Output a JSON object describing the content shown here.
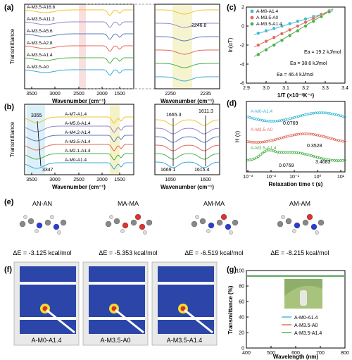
{
  "panels": {
    "a": {
      "letter": "(a)",
      "ylabel": "Transmittance",
      "xlabel": "Wavenumber (cm⁻¹)",
      "xticks": [
        "3500",
        "3000",
        "2500",
        "2000",
        "1500"
      ],
      "traces": [
        {
          "label": "A-M3.5-A16.8",
          "color": "#f1c232"
        },
        {
          "label": "A-M3.5-A11.2",
          "color": "#9a86c9"
        },
        {
          "label": "A-M3.5-A5.6",
          "color": "#5b7bbd"
        },
        {
          "label": "A-M3.5-A2.8",
          "color": "#e06a5a"
        },
        {
          "label": "A-M3.5-A1.4",
          "color": "#4ab04a"
        },
        {
          "label": "A-M3.5-A0",
          "color": "#39a9d9"
        }
      ],
      "zoom": {
        "xticks": [
          "2250",
          "2235"
        ],
        "annotation": "2246.8"
      }
    },
    "b": {
      "letter": "(b)",
      "ylabel": "Transmittance",
      "xlabel": "Wavenumber (cm⁻¹)",
      "xticks": [
        "3500",
        "3000",
        "2500",
        "2000",
        "1500"
      ],
      "annotations": [
        "3355",
        "3347"
      ],
      "traces": [
        {
          "label": "A-M7-A1.4",
          "color": "#f1c232"
        },
        {
          "label": "A-M5.6-A1.4",
          "color": "#9a86c9"
        },
        {
          "label": "A-M4.2-A1.4",
          "color": "#5b7bbd"
        },
        {
          "label": "A-M3.5-A1.4",
          "color": "#e06a5a"
        },
        {
          "label": "A-M2.1-A1.4",
          "color": "#4ab04a"
        },
        {
          "label": "A-M0-A1.4",
          "color": "#39a9d9"
        }
      ],
      "zoom": {
        "xticks": [
          "1650",
          "1600"
        ],
        "annotations": [
          "1665.3",
          "1611.3",
          "1669.1",
          "1615.4"
        ]
      }
    },
    "c": {
      "letter": "(c)",
      "ylabel": "ln(αT)",
      "xlabel": "1/T (×10⁻³K⁻¹)",
      "xticks": [
        "2.9",
        "3.0",
        "3.1",
        "3.2",
        "3.3",
        "3.4"
      ],
      "yticks": [
        "2",
        "0",
        "-2",
        "-4",
        "-6"
      ],
      "chart_data": {
        "type": "scatter",
        "xlim": [
          2.9,
          3.4
        ],
        "ylim": [
          -6,
          2
        ],
        "series": [
          {
            "name": "A-M0-A1.4",
            "color": "#3fb8d8",
            "x": [
              2.96,
              3.0,
              3.04,
              3.08,
              3.12,
              3.16,
              3.2,
              3.24,
              3.28,
              3.32
            ],
            "y": [
              -0.75,
              -0.5,
              -0.25,
              0.0,
              0.25,
              0.5,
              0.75,
              1.0,
              1.25,
              1.5
            ]
          },
          {
            "name": "A-M3.5-A0",
            "color": "#e06a5a",
            "x": [
              2.96,
              3.0,
              3.04,
              3.08,
              3.12,
              3.16,
              3.2,
              3.24,
              3.28,
              3.32
            ],
            "y": [
              -2.0,
              -1.6,
              -1.2,
              -0.8,
              -0.4,
              0.0,
              0.4,
              0.8,
              1.2,
              1.6
            ]
          },
          {
            "name": "A-M3.5-A1.4",
            "color": "#4ab04a",
            "x": [
              2.96,
              3.0,
              3.04,
              3.08,
              3.12,
              3.16,
              3.2,
              3.24,
              3.28,
              3.32
            ],
            "y": [
              -3.0,
              -2.5,
              -2.0,
              -1.5,
              -1.0,
              -0.5,
              0.0,
              0.5,
              1.0,
              1.5
            ]
          }
        ],
        "fits": [
          {
            "x": [
              2.94,
              3.34
            ],
            "y": [
              -0.9,
              1.6
            ],
            "color": "#3fb8d8"
          },
          {
            "x": [
              2.94,
              3.34
            ],
            "y": [
              -2.2,
              1.8
            ],
            "color": "#e06a5a"
          },
          {
            "x": [
              2.94,
              3.34
            ],
            "y": [
              -3.2,
              1.8
            ],
            "color": "#4ab04a"
          }
        ]
      },
      "annotations": [
        "Ea = 19.2 kJ/mol",
        "Ea = 38.6 kJ/mol",
        "Ea = 46.4 kJ/mol"
      ]
    },
    "d": {
      "letter": "(d)",
      "ylabel": "H (τ)",
      "xlabel": "Relaxation time τ (s)",
      "xticks": [
        "10⁻³",
        "10⁻²",
        "10⁻¹",
        "10⁰",
        "10¹"
      ],
      "series_labels": [
        {
          "label": "A-M0-A1.4",
          "color": "#3fb8d8"
        },
        {
          "label": "A-M3.5-A0",
          "color": "#e06a5a"
        },
        {
          "label": "A-M3.5-A1.4",
          "color": "#4ab04a"
        }
      ],
      "annotations": [
        "0.0769",
        "0.3528",
        "0.0769",
        "3.4683"
      ]
    },
    "e": {
      "letter": "(e)",
      "molecules": [
        {
          "title": "AN-AN",
          "energy": "ΔE = -3.125 kcal/mol"
        },
        {
          "title": "MA-MA",
          "energy": "ΔE = -5.353 kcal/mol"
        },
        {
          "title": "AM-MA",
          "energy": "ΔE = -6.519 kcal/mol"
        },
        {
          "title": "AM-AM",
          "energy": "ΔE = -8.215 kcal/mol"
        }
      ]
    },
    "f": {
      "letter": "(f)",
      "images": [
        {
          "caption": "A-M0-A1.4"
        },
        {
          "caption": "A-M3.5-A0"
        },
        {
          "caption": "A-M3.5-A1.4"
        }
      ]
    },
    "g": {
      "letter": "(g)",
      "ylabel": "Transmittance (%)",
      "xlabel": "Wavelength (nm)",
      "xticks": [
        "400",
        "500",
        "600",
        "700",
        "800"
      ],
      "yticks": [
        "100",
        "80",
        "60",
        "40",
        "20",
        "0"
      ],
      "chart_data": {
        "type": "line",
        "xlim": [
          400,
          800
        ],
        "ylim": [
          0,
          100
        ],
        "series": [
          {
            "name": "A-M0-A1.4",
            "color": "#3fb8d8",
            "x": [
              400,
              800
            ],
            "y": [
              93.5,
              93.5
            ]
          },
          {
            "name": "A-M3.5-A0",
            "color": "#e06a5a",
            "x": [
              400,
              800
            ],
            "y": [
              93.0,
              93.0
            ]
          },
          {
            "name": "A-M3.5-A1.4",
            "color": "#4ab04a",
            "x": [
              400,
              800
            ],
            "y": [
              92.5,
              92.5
            ]
          }
        ]
      }
    }
  }
}
